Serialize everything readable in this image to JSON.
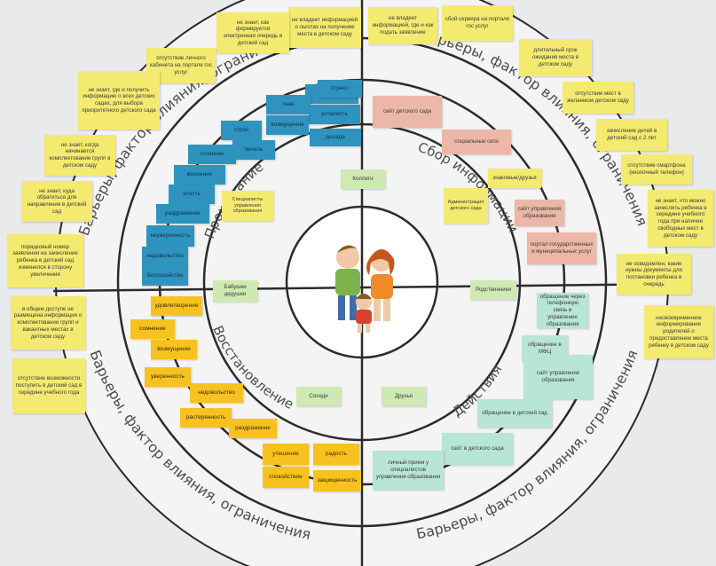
{
  "board": {
    "barriers_label": "Барьеры, фактор влияния, ограничения",
    "sector_labels": {
      "living": "Проживание",
      "info": "Сбор информации",
      "recovery": "Восстановление",
      "actions": "Действия"
    }
  },
  "center": {
    "relatives": "Коллеги",
    "grandparents": "Бабушки дедушки",
    "relatives2": "Родственники",
    "neighbors": "Соседи",
    "friends": "Друзья"
  },
  "notes": {
    "blue": [
      "страх",
      "гнев",
      "усталость",
      "стресс",
      "страх",
      "возмущение",
      "досада",
      "отчаяние",
      "печаль",
      "волнение",
      "злость",
      "раздражение",
      "неуверенность",
      "недовольство",
      "беспокойство"
    ],
    "blue_small": "Специалисты управления образования",
    "orange": [
      "удовлетворение",
      "сомнение",
      "возмущение",
      "уверенность",
      "недовольство",
      "растерянность",
      "раздражение",
      "утешение",
      "радость",
      "спокойствие",
      "защищенность"
    ],
    "pink": [
      "сайт детского сада",
      "социальные сети",
      "сайт управления образования",
      "портал государственных и муниципальных услуг"
    ],
    "yellow_small": "знакомые/друзья",
    "yellow_admin": "Администрация детского сада",
    "mint": [
      "обращение через телефонную связь в управление образования",
      "обращение в МФЦ",
      "сайт управления образования",
      "обращение в детский сад",
      "сайт в детского сада",
      "личный прием у специалистов управления образования"
    ],
    "barriers_top_left": [
      "не владеет информацией о льготах на получение места в детском саду",
      "не знает, как формируется электронная очередь в детский сад",
      "отсутствие личного кабинета на портале гос услуг",
      "не знает, где и получить информацию о всех детских садах, для выбора приоритетного детского сада",
      "не знает, когда начинается комплектование групп в детском саду",
      "не знает, куда обратиться для направления в детский сад",
      "порядковый номер заявления на зачисление ребенка в детский сад изменился в сторону увеличения"
    ],
    "barriers_top_right": [
      "не владеет информацией, где и как подать заявление",
      "сбой сервера на портале гос услуг",
      "длительный срок ожидания места в детском саду",
      "отсутствие мест в желаемом детском саду",
      "зачисление детей в детский сад с 2 лет",
      "отсутствие смартфона (кнопочный телефон)",
      "не знает, что можно зачислить ребенка в середине учебного года при наличии свободных мест в детском саду",
      "не осведомлен, какие нужны документы для постановки ребенка в очередь"
    ],
    "barriers_bottom": [
      "в общем доступе не размещена информация о комплектовании групп и вакантных местах в детском саду",
      "отсутствие возможности поступить в детский сад в середине учебного года",
      "несвоевременное информирование родителей о предоставлении места ребенку в детском саду"
    ]
  },
  "colors": {
    "blue": "#2f93bf",
    "orange": "#f7c21f",
    "yellow": "#f4ea6f",
    "pink": "#ecb7a6",
    "mint": "#b8e6d6",
    "green": "#cfe9b2"
  },
  "illustration": "family-drawing"
}
